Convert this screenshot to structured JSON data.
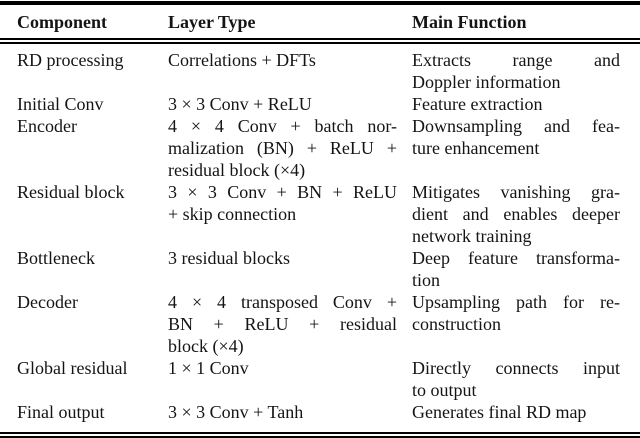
{
  "colors": {
    "text": "#141414",
    "rule": "#000000",
    "background": "#ffffff"
  },
  "table": {
    "headers": [
      "Component",
      "Layer Type",
      "Main Function"
    ],
    "rows": [
      {
        "component": "RD processing",
        "layer_lines": [
          "Correlations + DFTs"
        ],
        "function_lines": [
          "Extracts range and",
          "Doppler information"
        ]
      },
      {
        "component": "Initial Conv",
        "layer_lines": [
          "3 × 3 Conv + ReLU"
        ],
        "function_lines": [
          "Feature extraction"
        ]
      },
      {
        "component": "Encoder",
        "layer_lines": [
          "4 × 4 Conv + batch nor-",
          "malization (BN) + ReLU +",
          "residual block (×4)"
        ],
        "function_lines": [
          "Downsampling and fea-",
          "ture enhancement"
        ]
      },
      {
        "component": "Residual block",
        "layer_lines": [
          "3 × 3 Conv + BN + ReLU",
          "+ skip connection"
        ],
        "function_lines": [
          "Mitigates vanishing gra-",
          "dient and enables deeper",
          "network training"
        ]
      },
      {
        "component": "Bottleneck",
        "layer_lines": [
          "3 residual blocks"
        ],
        "function_lines": [
          "Deep feature transforma-",
          "tion"
        ]
      },
      {
        "component": "Decoder",
        "layer_lines": [
          "4 × 4 transposed Conv +",
          "BN + ReLU + residual",
          "block (×4)"
        ],
        "function_lines": [
          "Upsampling path for re-",
          "construction"
        ]
      },
      {
        "component": "Global residual",
        "layer_lines": [
          "1 × 1 Conv"
        ],
        "function_lines": [
          "Directly connects input",
          "to output"
        ]
      },
      {
        "component": "Final output",
        "layer_lines": [
          "3 × 3 Conv + Tanh"
        ],
        "function_lines": [
          "Generates final RD map"
        ]
      }
    ]
  }
}
